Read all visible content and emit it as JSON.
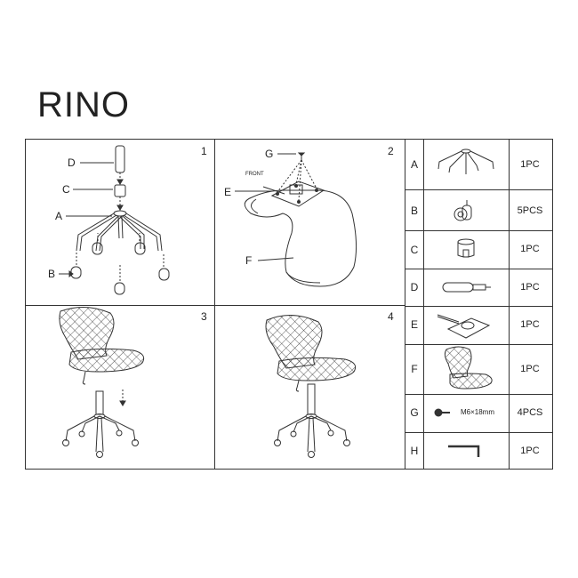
{
  "title": "RINO",
  "steps": [
    "1",
    "2",
    "3",
    "4"
  ],
  "step1_labels": {
    "d": "D",
    "c": "C",
    "a": "A",
    "b": "B"
  },
  "step2_labels": {
    "g": "G",
    "front": "FRONT",
    "e": "E",
    "f": "F"
  },
  "parts": [
    {
      "letter": "A",
      "qty": "1PC",
      "icon": "star-base-icon"
    },
    {
      "letter": "B",
      "qty": "5PCS",
      "icon": "caster-wheel-icon"
    },
    {
      "letter": "C",
      "qty": "1PC",
      "icon": "base-cover-icon"
    },
    {
      "letter": "D",
      "qty": "1PC",
      "icon": "gas-lift-icon"
    },
    {
      "letter": "E",
      "qty": "1PC",
      "icon": "seat-mechanism-icon"
    },
    {
      "letter": "F",
      "qty": "1PC",
      "icon": "seat-shell-icon"
    },
    {
      "letter": "G",
      "qty": "4PCS",
      "icon": "bolt-icon",
      "spec": "M6×18mm"
    },
    {
      "letter": "H",
      "qty": "1PC",
      "icon": "allen-key-icon"
    }
  ]
}
